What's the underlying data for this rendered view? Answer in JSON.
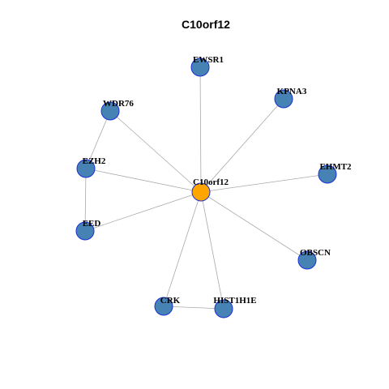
{
  "title": "C10orf12",
  "colors": {
    "center_node": "#ffa500",
    "neighbor_node": "#4682b4",
    "node_border": "#1a2fd6",
    "edge": "#aaaaaa"
  },
  "nodes": [
    {
      "id": "C10orf12",
      "label": "C10orf12",
      "role": "center"
    },
    {
      "id": "EWSR1",
      "label": "EWSR1",
      "role": "neighbor"
    },
    {
      "id": "KPNA3",
      "label": "KPNA3",
      "role": "neighbor"
    },
    {
      "id": "WDR76",
      "label": "WDR76",
      "role": "neighbor"
    },
    {
      "id": "EZH2",
      "label": "EZH2",
      "role": "neighbor"
    },
    {
      "id": "EHMT2",
      "label": "EHMT2",
      "role": "neighbor"
    },
    {
      "id": "EED",
      "label": "EED",
      "role": "neighbor"
    },
    {
      "id": "OBSCN",
      "label": "OBSCN",
      "role": "neighbor"
    },
    {
      "id": "CRK",
      "label": "CRK",
      "role": "neighbor"
    },
    {
      "id": "HIST1H1E",
      "label": "HIST1H1E",
      "role": "neighbor"
    }
  ],
  "edges": [
    [
      "C10orf12",
      "EWSR1"
    ],
    [
      "C10orf12",
      "KPNA3"
    ],
    [
      "C10orf12",
      "WDR76"
    ],
    [
      "C10orf12",
      "EZH2"
    ],
    [
      "C10orf12",
      "EHMT2"
    ],
    [
      "C10orf12",
      "EED"
    ],
    [
      "C10orf12",
      "OBSCN"
    ],
    [
      "C10orf12",
      "CRK"
    ],
    [
      "C10orf12",
      "HIST1H1E"
    ],
    [
      "WDR76",
      "EZH2"
    ],
    [
      "EZH2",
      "EED"
    ],
    [
      "CRK",
      "HIST1H1E"
    ]
  ]
}
